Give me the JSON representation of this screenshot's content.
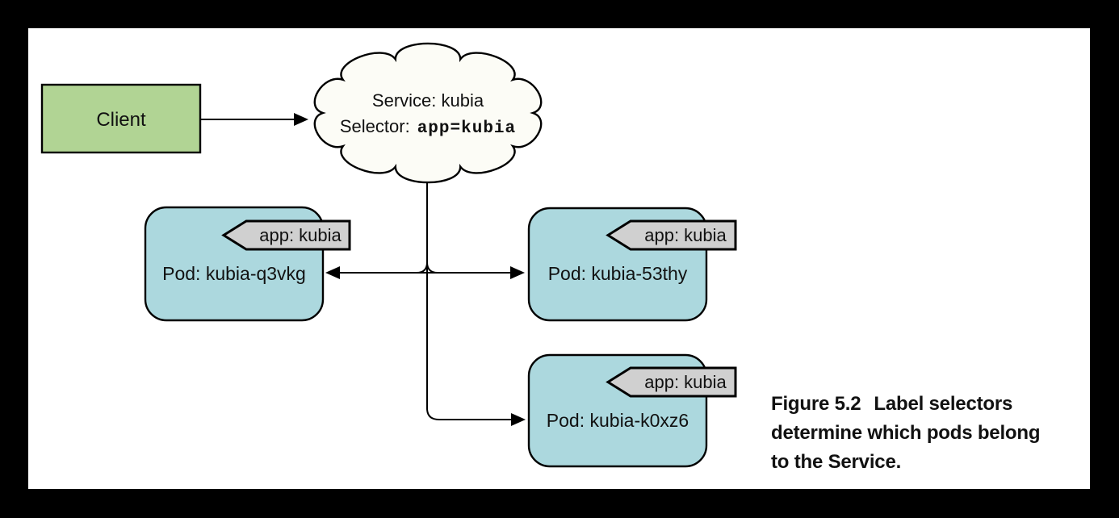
{
  "client": {
    "label": "Client"
  },
  "cloud": {
    "title": "Service: kubia",
    "selector_label": "Selector:",
    "selector_value": "app=kubia"
  },
  "pods": [
    {
      "name": "Pod: kubia-q3vkg",
      "label": "app: kubia"
    },
    {
      "name": "Pod: kubia-53thy",
      "label": "app: kubia"
    },
    {
      "name": "Pod: kubia-k0xz6",
      "label": "app: kubia"
    }
  ],
  "caption": {
    "figure_label": "Figure 5.2",
    "line1": "Label selectors",
    "line2": "determine which pods belong",
    "line3": "to the Service."
  },
  "colors": {
    "client_fill": "#b1d494",
    "pod_fill": "#acd8de",
    "tag_fill": "#d0d0d0",
    "cloud_fill": "#fcfcf6",
    "caption_text": "#575757",
    "line": "#000000",
    "frame": "#000000",
    "panel": "#ffffff"
  }
}
